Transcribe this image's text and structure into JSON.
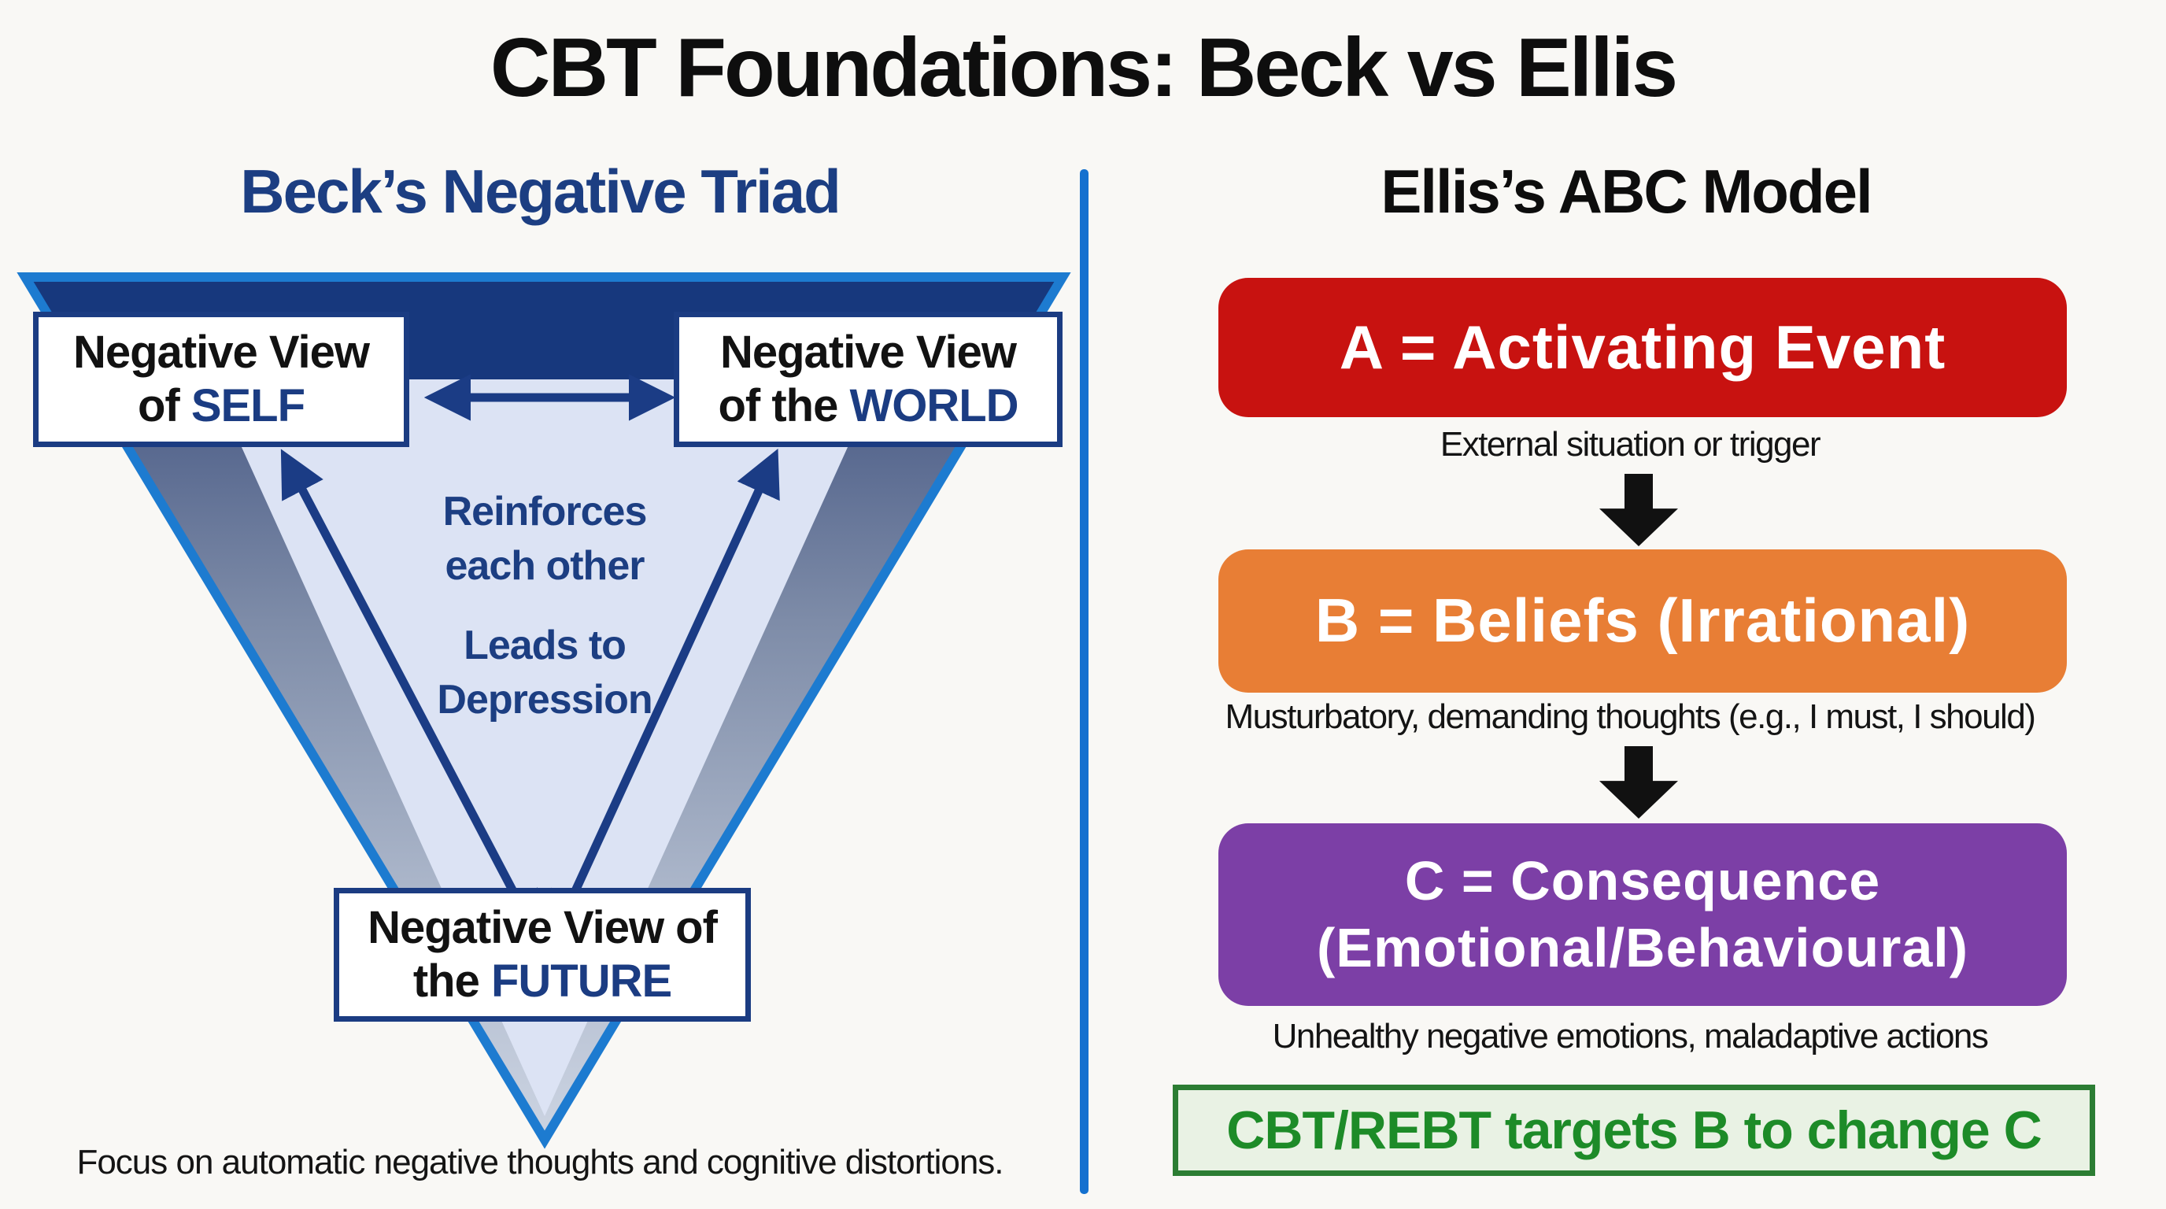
{
  "title": "CBT Foundations: Beck vs Ellis",
  "left_panel": {
    "heading": "Beck’s Negative Triad",
    "triad_boxes": {
      "self": {
        "line1": "Negative View",
        "line2_prefix": "of ",
        "line2_highlight": "SELF"
      },
      "world": {
        "line1": "Negative View",
        "line2_prefix": "of the ",
        "line2_highlight": "WORLD"
      },
      "future": {
        "line1": "Negative View of",
        "line2_prefix": "the ",
        "line2_highlight": "FUTURE"
      }
    },
    "center_labels": {
      "reinforces": "Reinforces\neach other",
      "leads": "Leads to\nDepression"
    },
    "caption": "Focus on automatic negative thoughts and cognitive distortions."
  },
  "right_panel": {
    "heading": "Ellis’s ABC Model",
    "steps": [
      {
        "label": "A = Activating Event",
        "caption": "External situation or trigger",
        "color": "#c81210"
      },
      {
        "label": "B = Beliefs (Irrational)",
        "caption": "Musturbatory, demanding thoughts (e.g., I must, I should)",
        "color": "#e87e35"
      },
      {
        "label": "C = Consequence\n(Emotional/Behavioural)",
        "caption": "Unhealthy negative emotions, maladaptive actions",
        "color": "#7c3fa6"
      }
    ],
    "conclusion": "CBT/REBT targets B to change C"
  },
  "colors": {
    "navy": "#1b3c85",
    "triad_outline_blue": "#1d7bd0",
    "triad_top_band_navy": "#17387d",
    "triad_inner_pale": "#dce3f4",
    "divider_blue": "#1471cf",
    "step_a_red": "#c81210",
    "step_b_orange": "#e87e35",
    "step_c_purple": "#7c3fa6",
    "arrow_black": "#111111",
    "conclusion_green_text": "#1d8b28",
    "conclusion_green_bg": "#e9f2e4",
    "conclusion_green_border": "#2c7d33"
  }
}
